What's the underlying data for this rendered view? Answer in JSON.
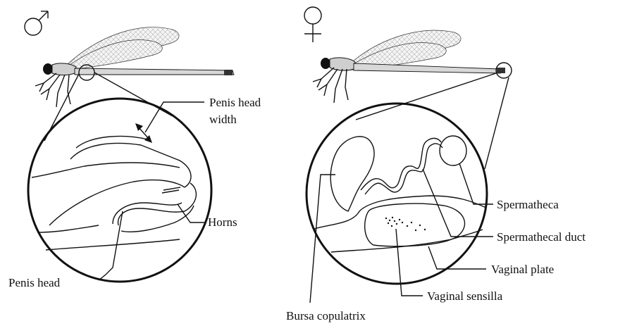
{
  "male": {
    "symbol": "♂",
    "labels": {
      "penis_head_width_line1": "Penis head",
      "penis_head_width_line2": "width",
      "horns": "Horns",
      "penis_head": "Penis head"
    }
  },
  "female": {
    "symbol": "♀",
    "labels": {
      "spermatheca": "Spermatheca",
      "spermathecal_duct": "Spermathecal duct",
      "vaginal_plate": "Vaginal plate",
      "vaginal_sensilla": "Vaginal sensilla",
      "bursa_copulatrix": "Bursa copulatrix"
    }
  }
}
